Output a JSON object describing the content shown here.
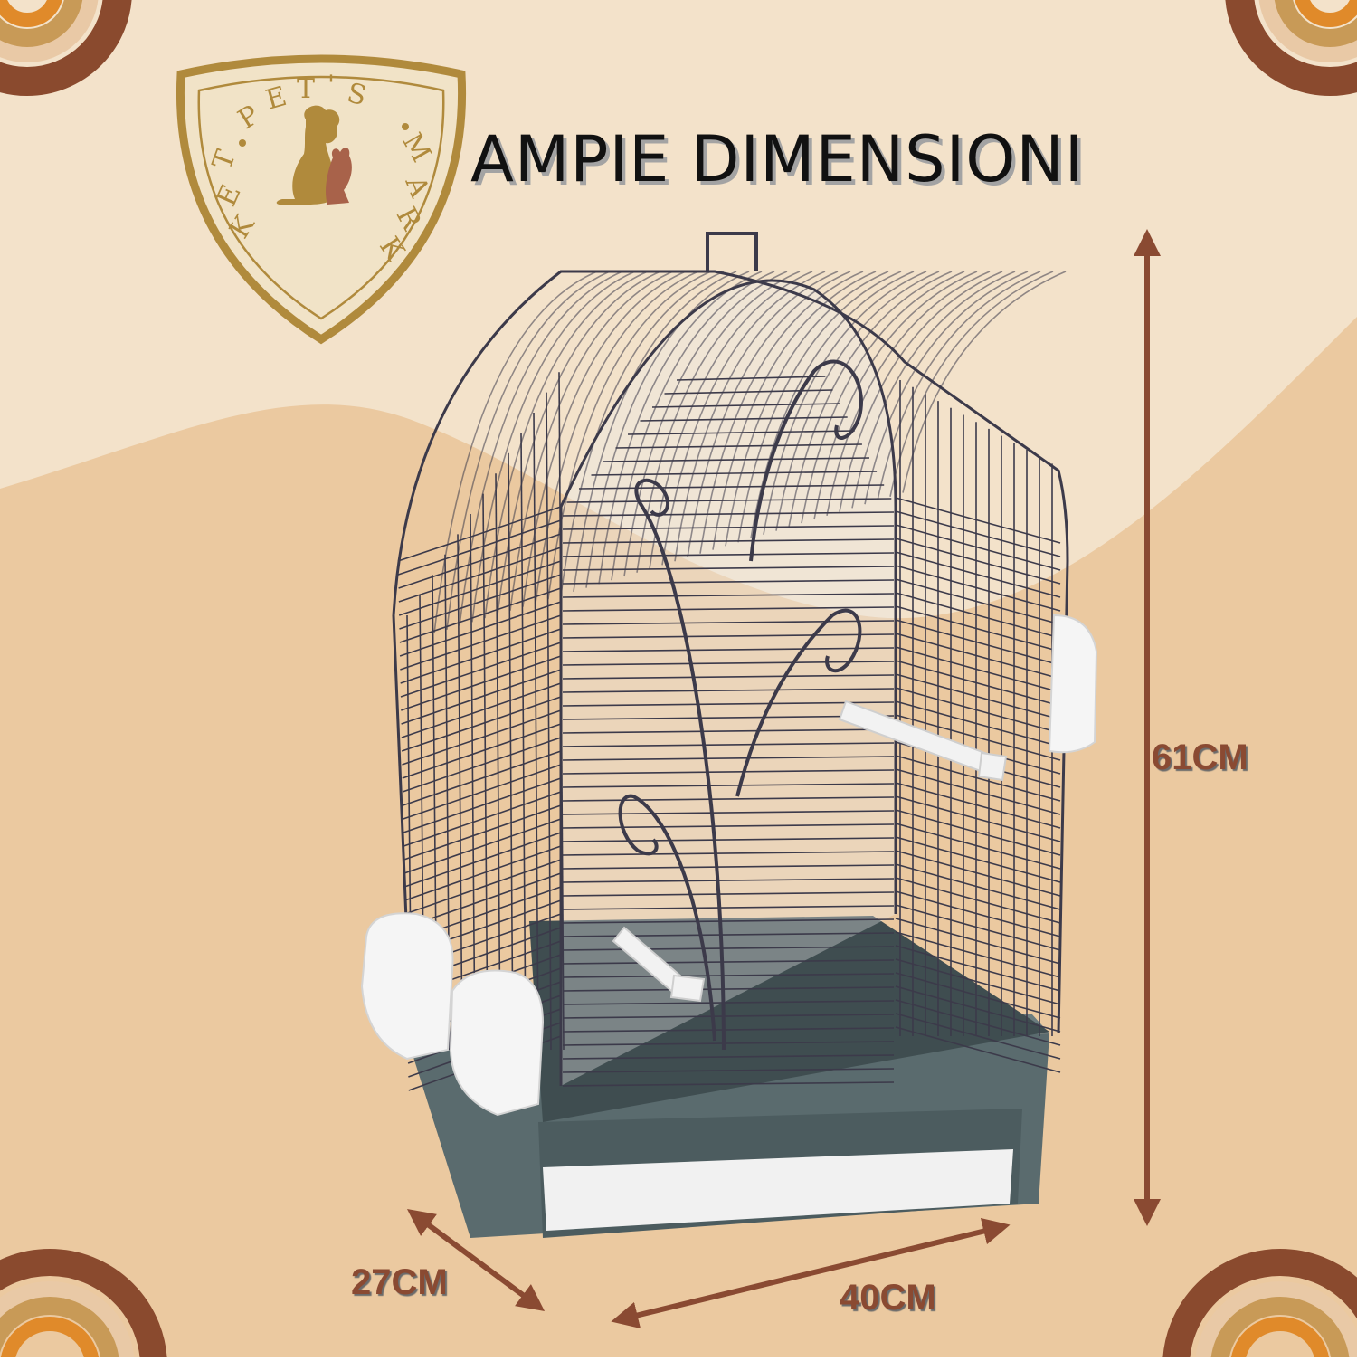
{
  "headline": "AMPIE DIMENSIONI",
  "logo": {
    "brand_text": "PET'S MARKET",
    "icon": "dog-and-cat-silhouette-icon",
    "shape": "shield-emblem"
  },
  "dimensions": {
    "height": "61CM",
    "depth": "27CM",
    "width": "40CM"
  },
  "product": {
    "type": "bird cage",
    "icon": "bird-cage-image"
  },
  "colors": {
    "background_light": "#f3e2ca",
    "background_wave": "#ebc9a0",
    "arrow_brown": "#8a4a32",
    "logo_gold": "#b08a3c",
    "cage_wire": "#3c3a4a",
    "cage_base": "#5a6b6e"
  }
}
